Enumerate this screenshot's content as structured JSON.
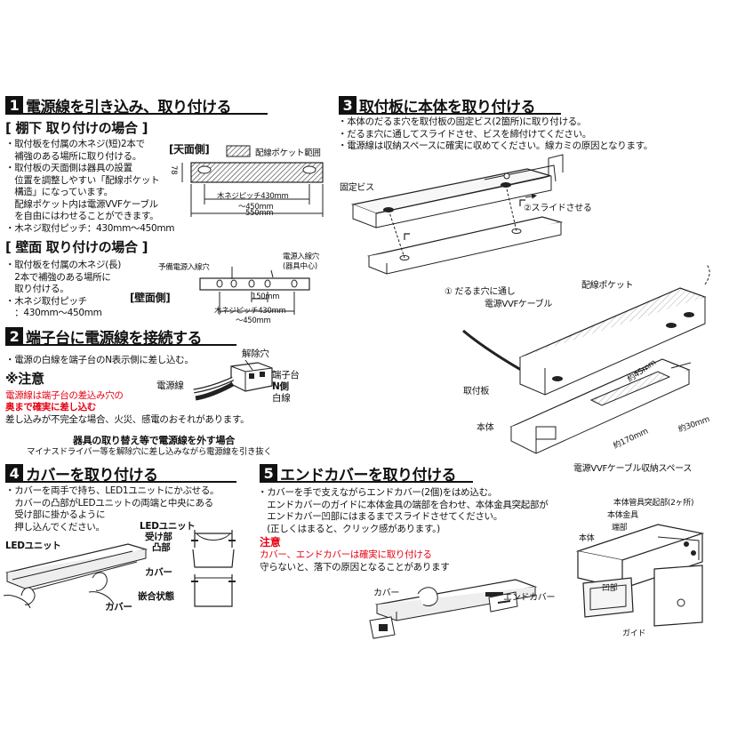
{
  "s1": {
    "num": "1",
    "title": "電源線を引き込み、取り付ける",
    "ceiling": {
      "heading": "[ 棚下 取り付けの場合 ]",
      "lines": [
        "・取付板を付属の木ネジ(短)2本で",
        "　補強のある場所に取り付ける。",
        "・取付板の天面側は器具の設置",
        "　位置を調整しやすい「配線ポケット",
        "　構造」になっています。",
        "　配線ポケット内は電源VVFケーブル",
        "　を自由にはわせることができます。",
        "・木ネジ取付ピッチ：430mm～450mm"
      ],
      "diagram": {
        "label_top": "[天面側]",
        "legend": "配線ポケット範囲",
        "dim_h": "78",
        "pitch": "木ネジピッチ430mm",
        "pitch2": "～450mm",
        "width": "550mm"
      }
    },
    "wall": {
      "heading": "[ 壁面 取り付けの場合 ]",
      "lines": [
        "・取付板を付属の木ネジ(長)",
        "　2本で補強のある場所に",
        "　取り付ける。",
        "・木ネジ取付ピッチ",
        "　：430mm～450mm"
      ],
      "diagram": {
        "label_side": "[壁面側]",
        "hole_label": "予備電源入線穴",
        "hole_label2": "電源入線穴",
        "hole_label3": "(器具中心)",
        "dim_150": "150mm",
        "pitch": "木ネジピッチ430mm",
        "pitch2": "～450mm"
      }
    }
  },
  "s2": {
    "num": "2",
    "title": "端子台に電源線を接続する",
    "line1": "・電源の白線を端子台のN表示側に差し込む。",
    "caution_head": "※注意",
    "caution_red1": "電源線は端子台の差込み穴の",
    "caution_red2": "奥まで確実に差し込む",
    "caution_text": "差し込みが不完全な場合、火災、感電のおそれがあります。",
    "diagram": {
      "release": "解除穴",
      "wire": "電源線",
      "terminal": "端子台",
      "n_side": "N側",
      "white": "白線"
    },
    "remove_head": "器具の取り替え等で電源線を外す場合",
    "remove_text": "マイナスドライバー等を解除穴に差し込みながら電源線を引き抜く"
  },
  "s3": {
    "num": "3",
    "title": "取付板に本体を取り付ける",
    "lines": [
      "・本体のだるま穴を取付板の固定ビス(2箇所)に取り付ける。",
      "・だるま穴に通してスライドさせ、ビスを締付けてください。",
      "・電源線は収納スペースに確実に収めてください。線カミの原因となります。"
    ],
    "labels": {
      "screw": "固定ビス",
      "slide": "②スライドさせる",
      "through": "① だるま穴に通し",
      "pocket": "配線ポケット",
      "cable": "電源VVFケーブル",
      "plate": "取付板",
      "body": "本体",
      "d45": "約45mm",
      "d30": "約30mm",
      "d170": "約170mm",
      "space": "電源VVFケーブル収納スペース"
    }
  },
  "s4": {
    "num": "4",
    "title": "カバーを取り付ける",
    "lines": [
      "・カバーを両手で持ち、LED1ユニットにかぶせる。",
      "　カバーの凸部がLEDユニットの両端と中央にある",
      "　受け部に掛かるように",
      "　押し込んでください。"
    ],
    "labels": {
      "led_unit": "LEDユニット",
      "led_unit2": "LEDユニット",
      "receiver": "受け部",
      "convex": "凸部",
      "cover": "カバー",
      "cover2": "カバー",
      "fitted": "嵌合状態"
    }
  },
  "s5": {
    "num": "5",
    "title": "エンドカバーを取り付ける",
    "lines": [
      "・カバーを手で支えながらエンドカバー(2個)をはめ込む。",
      "　エンドカバーのガイドに本体金具の端部を合わせ、本体金具突起部が",
      "　エンドカバー凹部にはまるまでスライドさせてください。",
      "　(正しくはまると、クリック感があります。)"
    ],
    "caution_head": "注意",
    "caution_red": "カバー、エンドカバーは確実に取り付ける",
    "caution_text": "守らないと、落下の原因となることがあります",
    "labels": {
      "cover": "カバー",
      "endcover": "エンドカバー",
      "protrusion": "本体管具突起部(2ヶ所)",
      "metal": "本体金具",
      "edge": "端部",
      "body": "本体",
      "recess": "凹部",
      "guide": "ガイド"
    }
  }
}
